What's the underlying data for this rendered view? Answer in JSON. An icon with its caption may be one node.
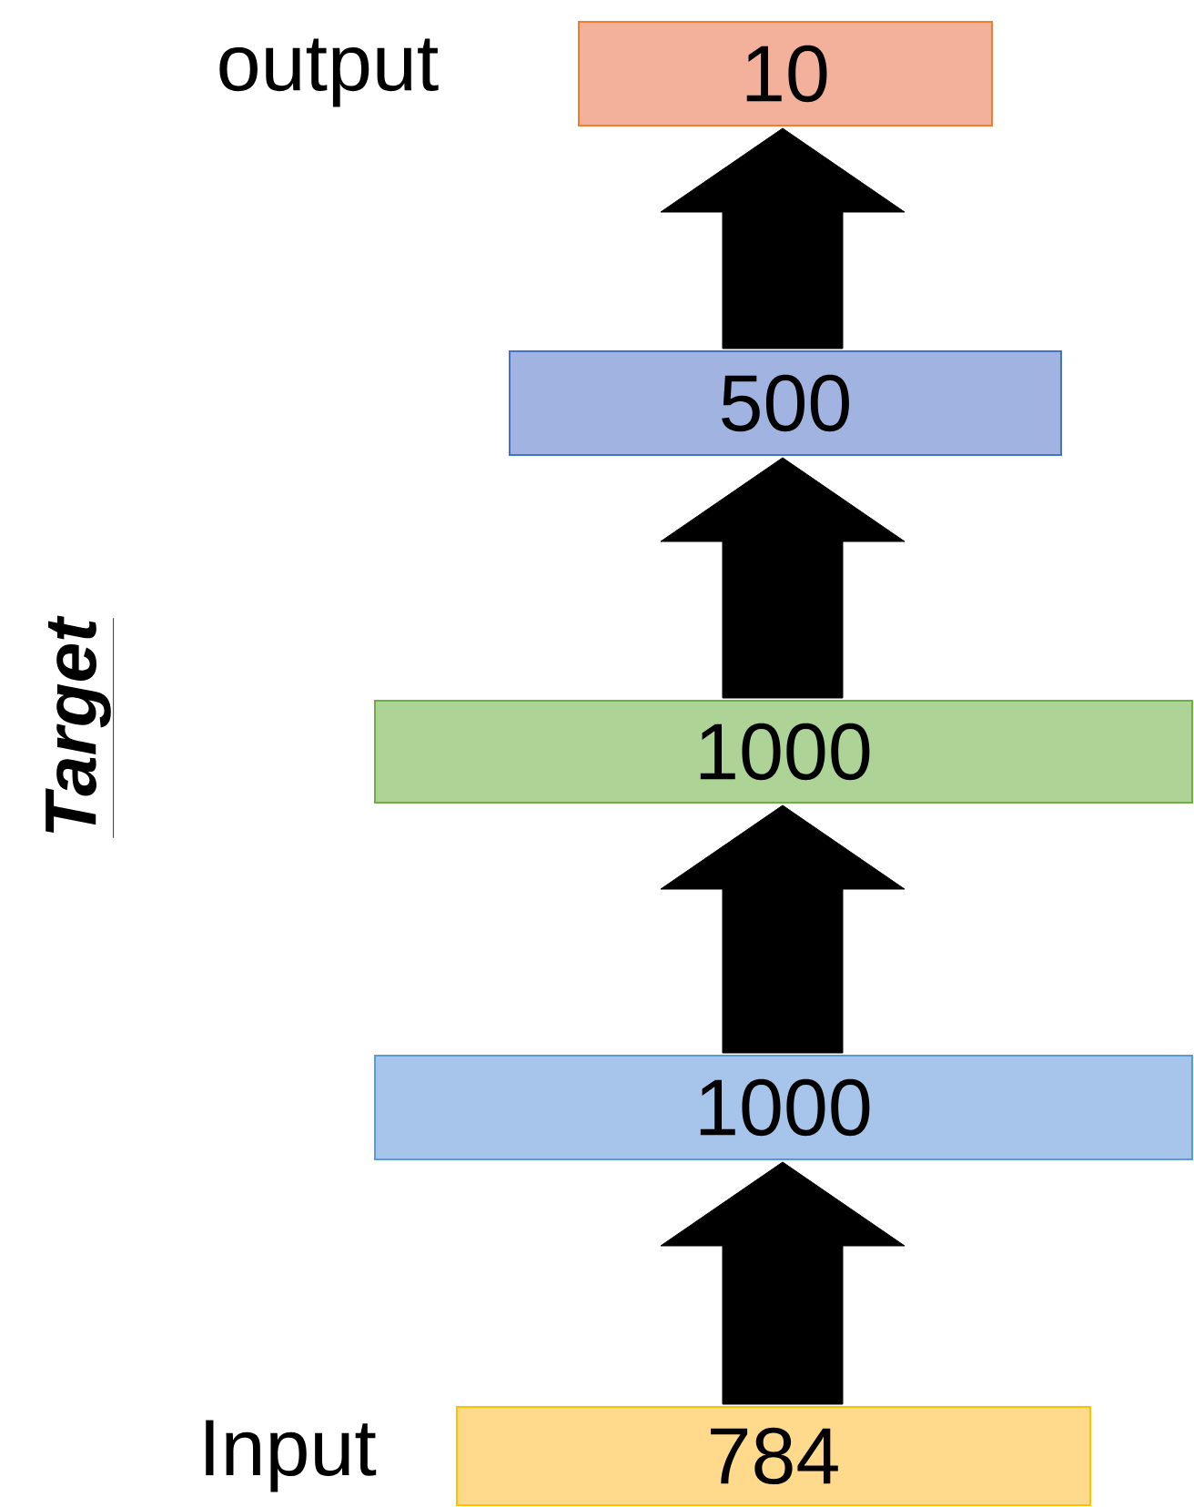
{
  "diagram": {
    "nodes": [
      {
        "text": [
          "10"
        ],
        "beside": [
          "output"
        ]
      },
      {
        "text": [
          "500"
        ]
      },
      {
        "text": [
          "1000"
        ]
      },
      {
        "text": [
          "1000"
        ]
      },
      {
        "text": [
          "784"
        ],
        "beside": [
          "Input"
        ]
      }
    ],
    "edges": [
      {
        "from": 4,
        "to": 3,
        "arrow": "to"
      },
      {
        "from": 3,
        "to": 2,
        "arrow": "to"
      },
      {
        "from": 2,
        "to": 1,
        "arrow": "to"
      },
      {
        "from": 1,
        "to": 0,
        "arrow": "to"
      }
    ],
    "labels": [
      "Target"
    ]
  }
}
